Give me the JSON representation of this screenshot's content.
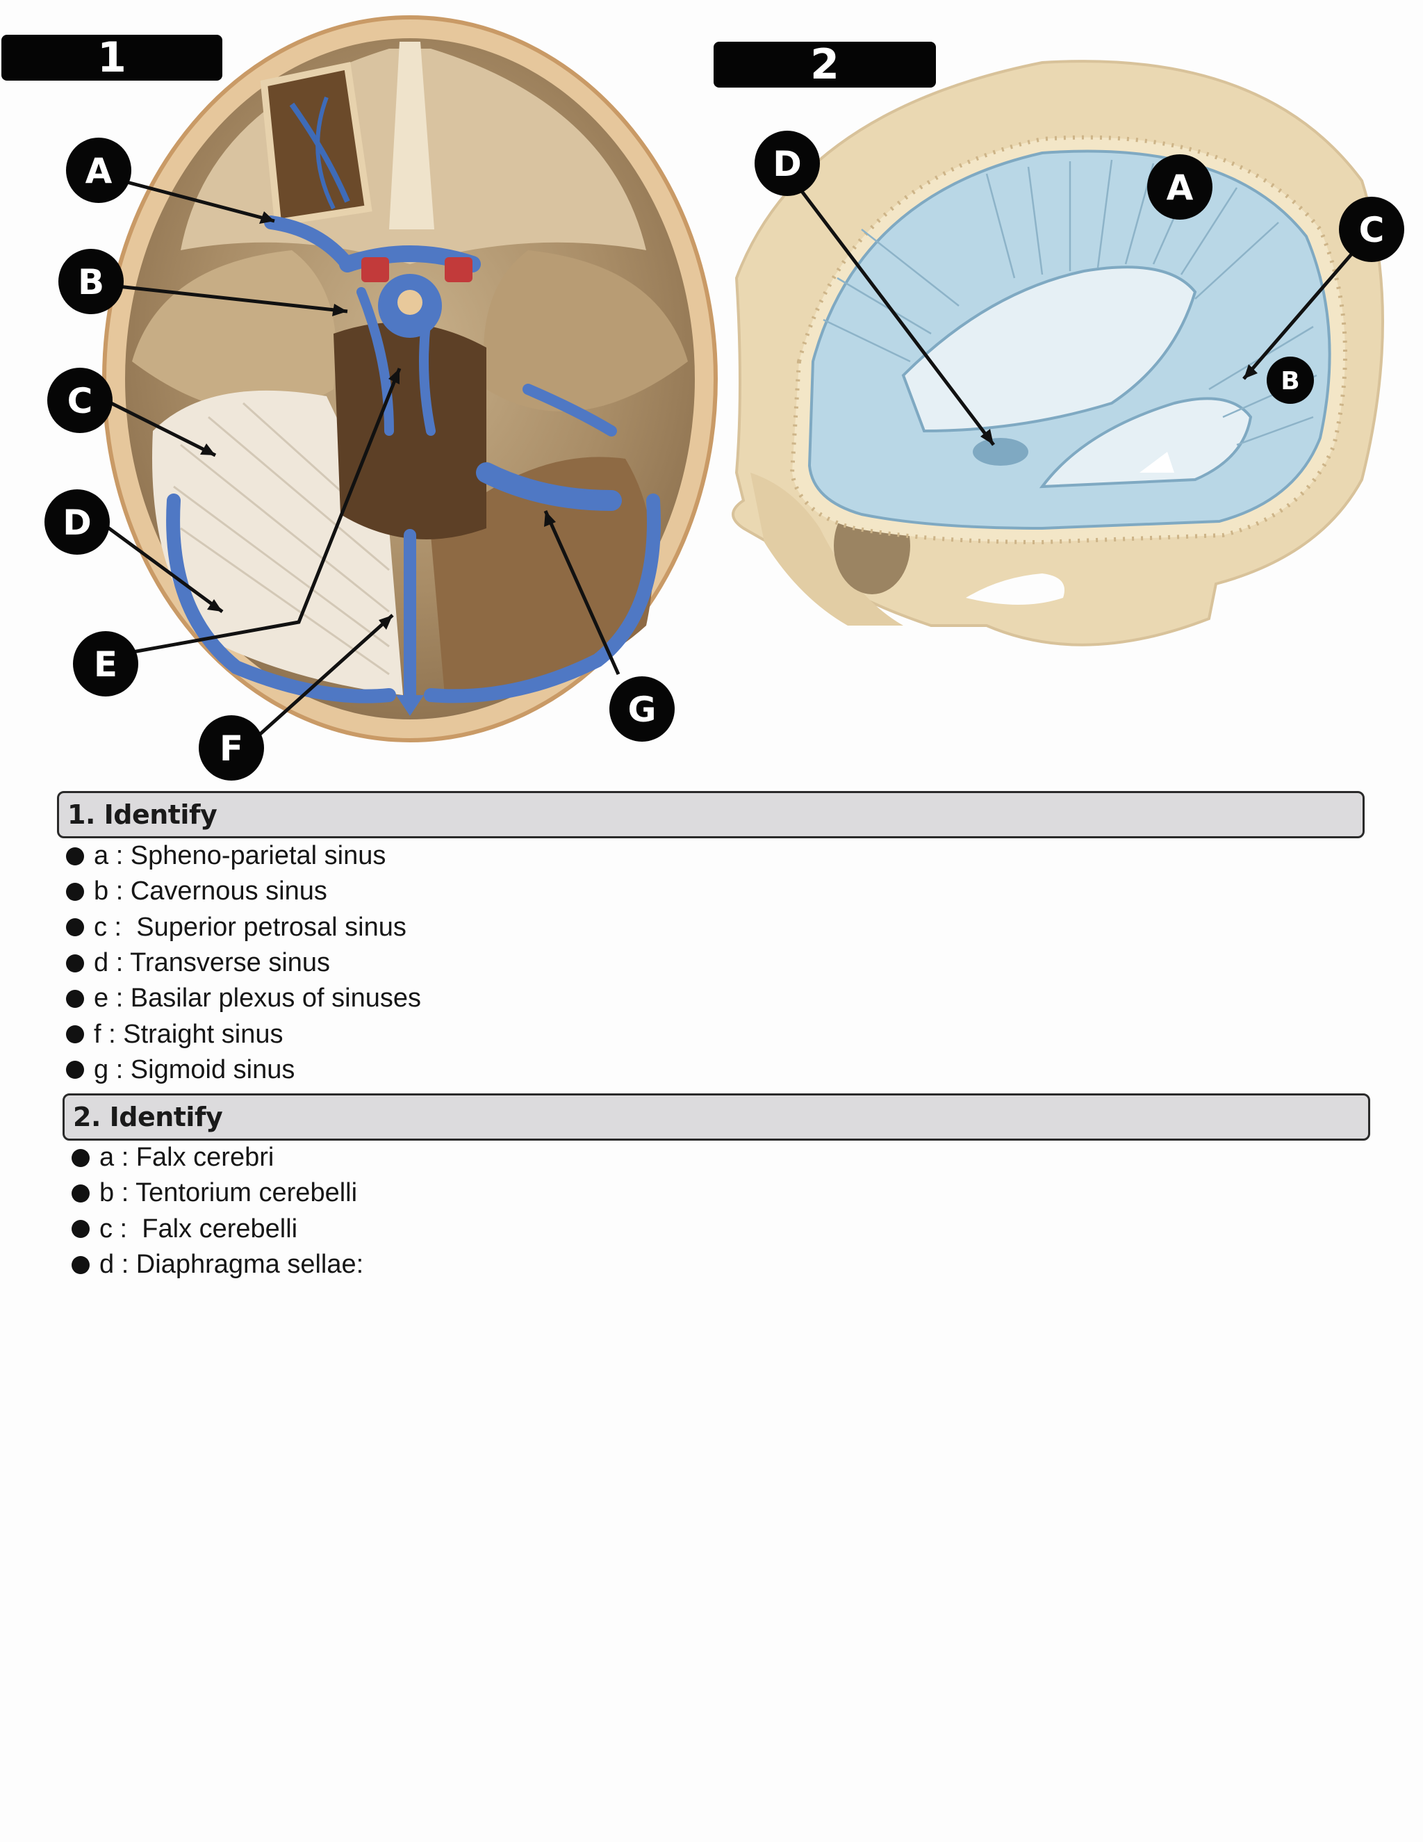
{
  "figures": {
    "figure1": {
      "tab": "1",
      "callouts": [
        "A",
        "B",
        "C",
        "D",
        "E",
        "F",
        "G"
      ]
    },
    "figure2": {
      "tab": "2",
      "callouts": [
        "D",
        "A",
        "C",
        "B"
      ]
    }
  },
  "sections": [
    {
      "title": "1. Identify",
      "items": [
        "a : Spheno-parietal sinus",
        "b : Cavernous sinus",
        "c :  Superior petrosal sinus",
        "d : Transverse sinus",
        "e : Basilar plexus of sinuses",
        "f : Straight sinus",
        "g : Sigmoid sinus"
      ]
    },
    {
      "title": "2. Identify",
      "items": [
        "a : Falx cerebri",
        "b : Tentorium cerebelli",
        "c :  Falx cerebelli",
        "d : Diaphragma sellae:"
      ]
    }
  ],
  "colors": {
    "bone": "#e9d6ae",
    "dura_blue": "#b9d7e6",
    "sinus_blue": "#4f78c4",
    "skull_floor": "#a88c66",
    "header_gray": "#dcdbdd"
  }
}
